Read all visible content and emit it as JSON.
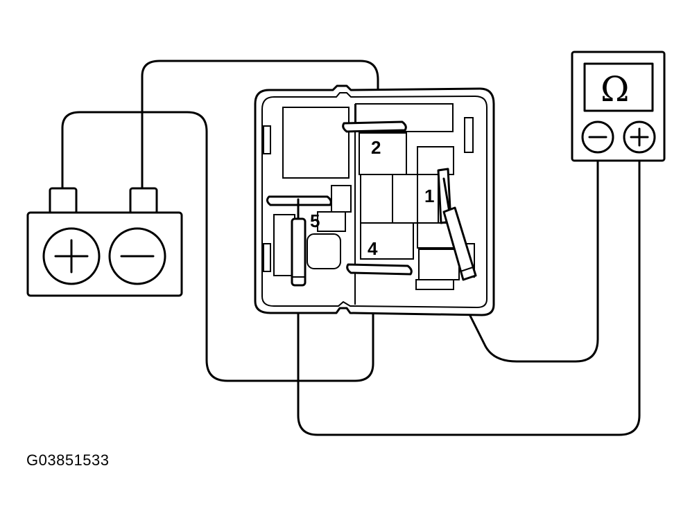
{
  "diagram": {
    "pins": [
      {
        "id": "pin-2",
        "label": "2"
      },
      {
        "id": "pin-1",
        "label": "1"
      },
      {
        "id": "pin-5",
        "label": "5"
      },
      {
        "id": "pin-4",
        "label": "4"
      }
    ],
    "battery": {
      "positive_symbol": "+",
      "negative_symbol": "−"
    },
    "ohmmeter": {
      "display_symbol": "Ω",
      "negative_symbol": "−",
      "positive_symbol": "+"
    }
  },
  "figure_id": "G03851533"
}
